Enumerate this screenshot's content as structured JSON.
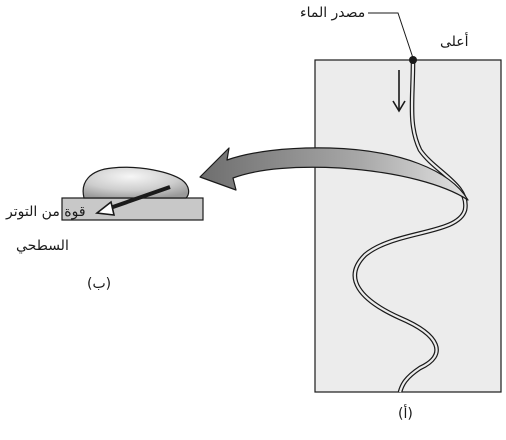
{
  "labels": {
    "water_source": "مصدر الماء",
    "top": "أعلى",
    "surface_tension_line1": "قوة من التوتر",
    "surface_tension_line2": "السطحي",
    "part_a": "(أ)",
    "part_b": "(ب)"
  },
  "colors": {
    "panel_fill": "#ececec",
    "stroke": "#1a1a1a",
    "drop_fill": "#d4d4d4",
    "arrow_fill": "#8a8a8a",
    "surface_fill": "#c8c8c8"
  }
}
